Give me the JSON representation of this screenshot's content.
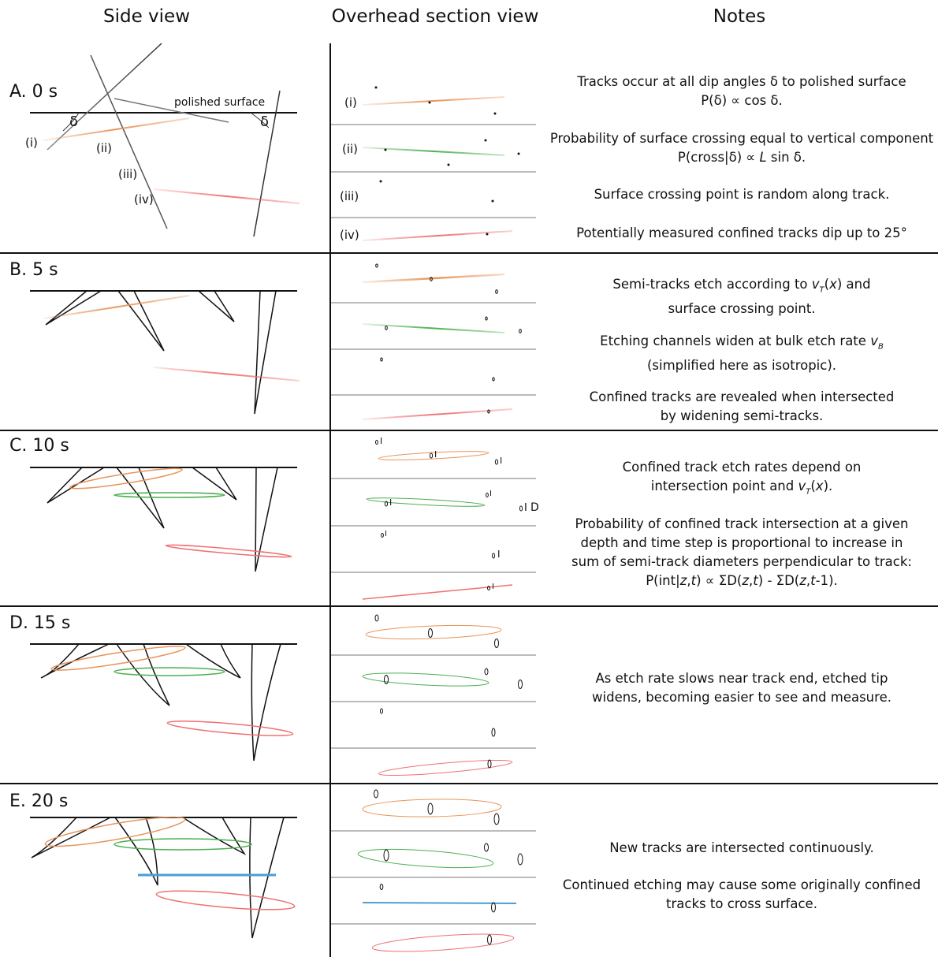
{
  "headers": {
    "side": "Side view",
    "overhead": "Overhead section view",
    "notes": "Notes"
  },
  "panels": [
    {
      "label": "A.  0 s"
    },
    {
      "label": "B.  5 s"
    },
    {
      "label": "C.  10 s"
    },
    {
      "label": "D.  15 s"
    },
    {
      "label": "E.  20 s"
    }
  ],
  "side_labels": {
    "surface": "polished surface",
    "delta": "δ",
    "tracks": [
      "(i)",
      "(ii)",
      "(iii)",
      "(iv)"
    ]
  },
  "overhead_labels": [
    "(i)",
    "(ii)",
    "(iii)",
    "(iv)"
  ],
  "track_colors": {
    "i": "#e8945a",
    "ii": "#4caf50",
    "iii": "#6fc6e8",
    "iv": "#f07070"
  },
  "notes": {
    "a1_l1": "Tracks occur at all dip angles δ to polished surface",
    "a1_l2": "P(δ) ∝ cos δ.",
    "a2_l1": "Probability of surface crossing equal to vertical component",
    "a2_l2a": "P(cross|δ) ∝ ",
    "a2_l2b": "L",
    "a2_l2c": " sin δ.",
    "a3": "Surface crossing point is random along track.",
    "a4": "Potentially measured confined tracks dip up to 25°",
    "b1_l1a": "Semi-tracks etch according to ",
    "b1_l1b": "v",
    "b1_l1c": "T",
    "b1_l1d": "(",
    "b1_l1e": "x",
    "b1_l1f": ") and",
    "b1_l2": "surface crossing point.",
    "b2_l1a": "Etching channels widen at bulk etch rate ",
    "b2_l1b": "v",
    "b2_l1c": "B",
    "b2_l2": "(simplified here as isotropic).",
    "b3_l1": "Confined tracks are revealed when intersected",
    "b3_l2": "by widening semi-tracks.",
    "c1_l1": "Confined track etch rates depend on",
    "c1_l2a": "intersection point and ",
    "c1_l2b": "v",
    "c1_l2c": "T",
    "c1_l2d": "(",
    "c1_l2e": "x",
    "c1_l2f": ").",
    "c2_l1": "Probability of confined track intersection at a given",
    "c2_l2": "depth and time step is proportional to increase in",
    "c2_l3": "sum of semi-track diameters perpendicular to track:",
    "c2_l4a": "P(int|",
    "c2_l4b": "z",
    "c2_l4c": ",",
    "c2_l4d": "t",
    "c2_l4e": ") ∝ ΣD(",
    "c2_l4f": "z",
    "c2_l4g": ",",
    "c2_l4h": "t",
    "c2_l4i": ") - ΣD(",
    "c2_l4j": "z",
    "c2_l4k": ",",
    "c2_l4l": "t",
    "c2_l4m": "-1).",
    "d1_l1": "As etch rate slows near track end, etched tip",
    "d1_l2": "widens, becoming easier to see and measure.",
    "e1": "New tracks are intersected continuously.",
    "e2_l1": "Continued etching may cause some originally confined",
    "e2_l2": "tracks to cross surface."
  },
  "overhead_markers": {
    "c_small": "I",
    "c_large": "D"
  }
}
